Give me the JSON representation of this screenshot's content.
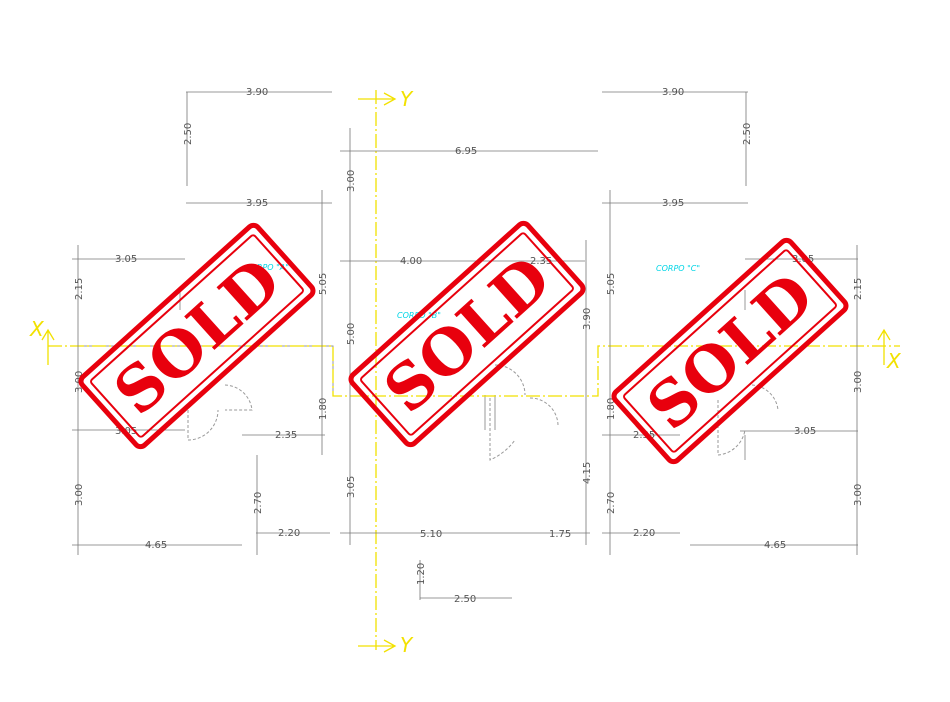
{
  "axes": {
    "y_top": "Y",
    "y_bottom": "Y",
    "x_left": "X",
    "x_right": "X"
  },
  "labels": {
    "corpo_a": "CORPO \"A\"",
    "corpo_b": "CORPO \"B\"",
    "corpo_c": "CORPO \"C\""
  },
  "stamp_text": "SOLD",
  "colors": {
    "stamp": "#e8000d",
    "axis": "#f2e100",
    "corpo_label": "#00d5e6",
    "dimension": "#555555"
  },
  "dims": {
    "a_top": "3.90",
    "a_top_h": "2.50",
    "a_395": "3.95",
    "a_305": "3.05",
    "a_215": "2.15",
    "a_505": "5.05",
    "a_300_mid": "3.00",
    "a_180": "1.80",
    "a_305b": "3.05",
    "a_235": "2.35",
    "a_300_low": "3.00",
    "a_270": "2.70",
    "a_465": "4.65",
    "a_220": "2.20",
    "b_695": "6.95",
    "b_300": "3.00",
    "b_400": "4.00",
    "b_235": "2.35",
    "b_500": "5.00",
    "b_390": "3.90",
    "b_305": "3.05",
    "b_415": "4.15",
    "b_510": "5.10",
    "b_175": "1.75",
    "b_120": "1.20",
    "b_250": "2.50",
    "c_top": "3.90",
    "c_top_h": "2.50",
    "c_395": "3.95",
    "c_305": "3.05",
    "c_215": "2.15",
    "c_505": "5.05",
    "c_300_mid": "3.00",
    "c_180": "1.80",
    "c_235": "2.35",
    "c_305b": "3.05",
    "c_300_low": "3.00",
    "c_270": "2.70",
    "c_220": "2.20",
    "c_465": "4.65"
  }
}
